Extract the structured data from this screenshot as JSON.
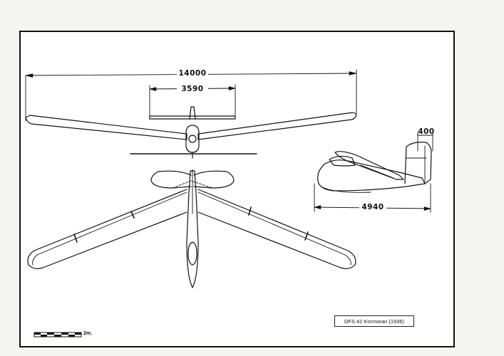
{
  "drawing": {
    "dimensions": {
      "wingspan": "14000",
      "tailplane_span": "3590",
      "length": "4940",
      "fin_height": "400"
    },
    "title": {
      "designation": "DFS 42",
      "name": "Kormoran",
      "year": "(1936)"
    },
    "scale_bar": {
      "label": "2m.",
      "segments": 7
    }
  }
}
